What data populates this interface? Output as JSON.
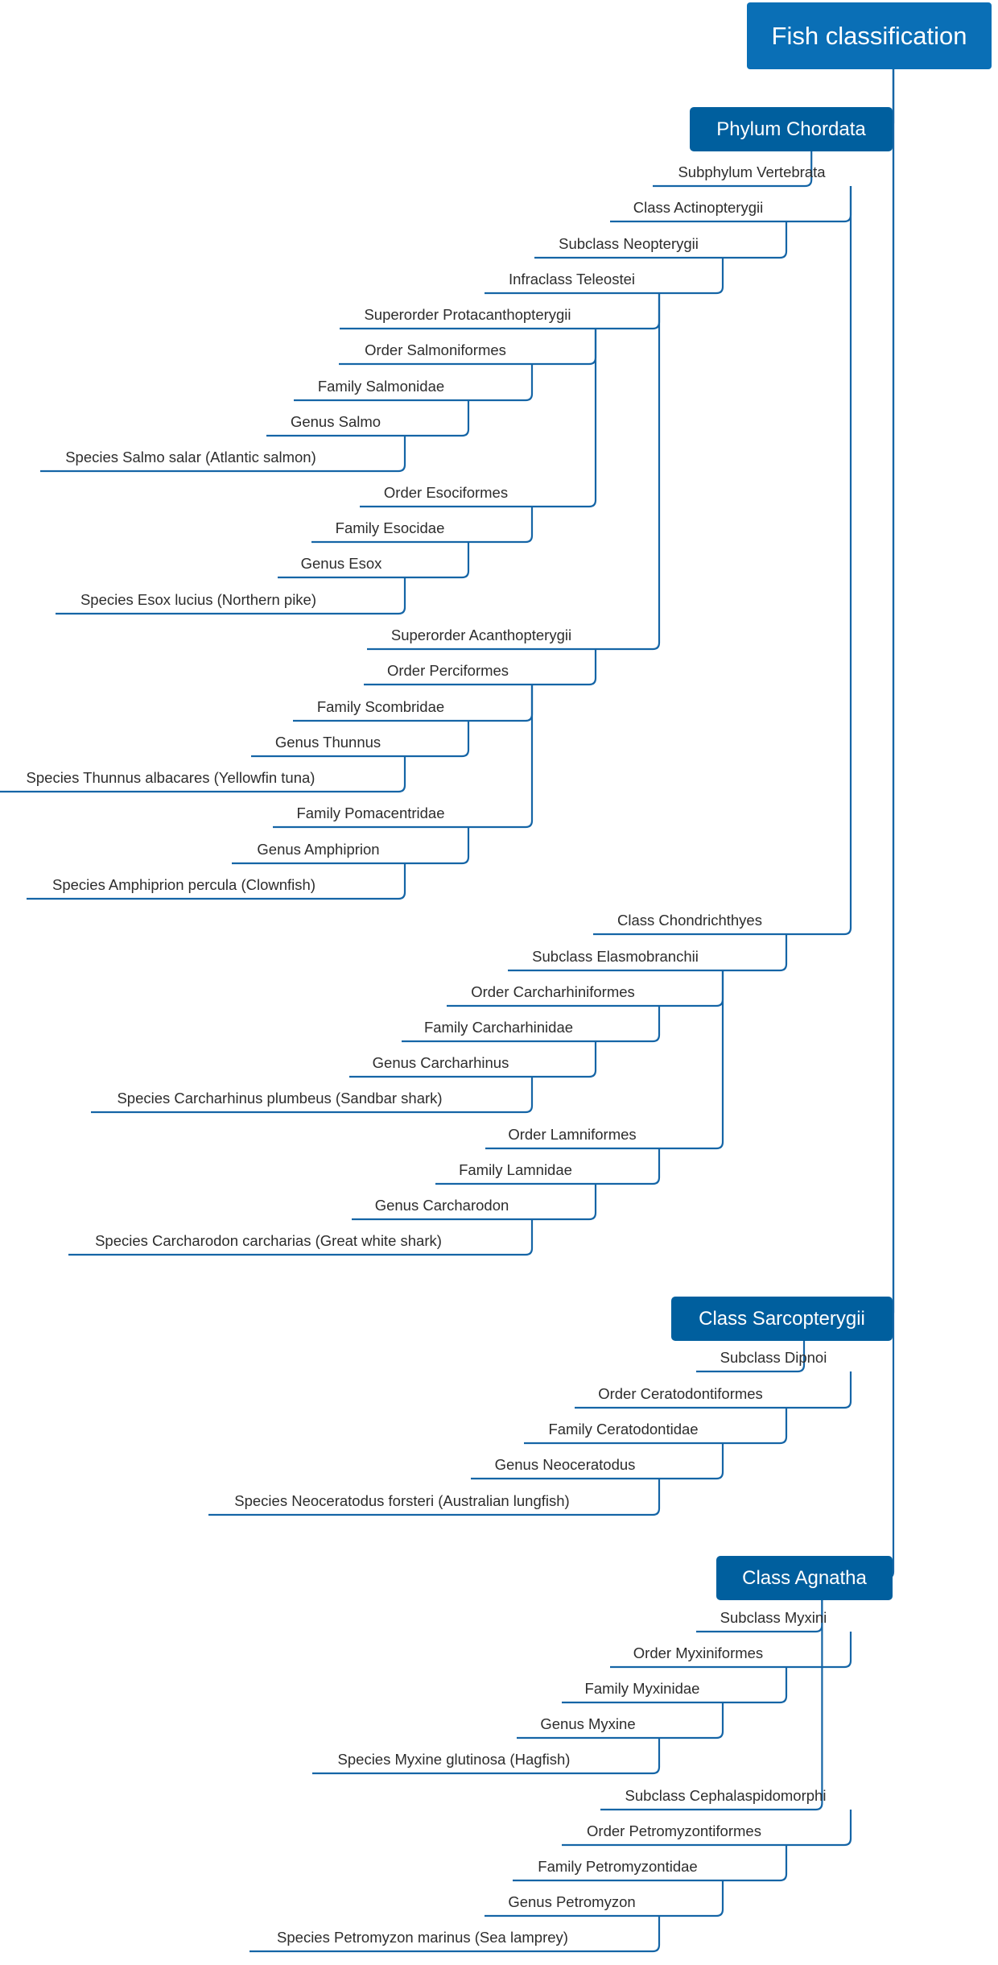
{
  "diagram": {
    "root": {
      "id": "root",
      "label": "Fish classification"
    },
    "branches": [
      {
        "id": "chordata",
        "label": "Phylum Chordata"
      },
      {
        "id": "sarco",
        "label": "Class Sarcopterygii"
      },
      {
        "id": "agnatha",
        "label": "Class Agnatha"
      }
    ],
    "nodes": [
      {
        "id": "vert",
        "parent": "chordata",
        "label": "Subphylum Vertebrata"
      },
      {
        "id": "actino",
        "parent": "vert",
        "label": "Class Actinopterygii"
      },
      {
        "id": "neo",
        "parent": "actino",
        "label": "Subclass Neopterygii"
      },
      {
        "id": "tele",
        "parent": "neo",
        "label": "Infraclass Teleostei"
      },
      {
        "id": "protac",
        "parent": "tele",
        "label": "Superorder Protacanthopterygii"
      },
      {
        "id": "salmonif",
        "parent": "protac",
        "label": "Order Salmoniformes"
      },
      {
        "id": "salmonid",
        "parent": "salmonif",
        "label": "Family Salmonidae"
      },
      {
        "id": "salmo",
        "parent": "salmonid",
        "label": "Genus Salmo"
      },
      {
        "id": "salar",
        "parent": "salmo",
        "label": "Species Salmo salar (Atlantic salmon)"
      },
      {
        "id": "esocif",
        "parent": "protac",
        "label": "Order Esociformes"
      },
      {
        "id": "esocid",
        "parent": "esocif",
        "label": "Family Esocidae"
      },
      {
        "id": "esox",
        "parent": "esocid",
        "label": "Genus Esox"
      },
      {
        "id": "lucius",
        "parent": "esox",
        "label": "Species Esox lucius (Northern pike)"
      },
      {
        "id": "acanth",
        "parent": "tele",
        "label": "Superorder Acanthopterygii"
      },
      {
        "id": "percif",
        "parent": "acanth",
        "label": "Order Perciformes"
      },
      {
        "id": "scomb",
        "parent": "percif",
        "label": "Family Scombridae"
      },
      {
        "id": "thunnus",
        "parent": "scomb",
        "label": "Genus Thunnus"
      },
      {
        "id": "albac",
        "parent": "thunnus",
        "label": "Species Thunnus albacares (Yellowfin tuna)"
      },
      {
        "id": "pomac",
        "parent": "percif",
        "label": "Family Pomacentridae"
      },
      {
        "id": "amphi",
        "parent": "pomac",
        "label": "Genus Amphiprion"
      },
      {
        "id": "percula",
        "parent": "amphi",
        "label": "Species Amphiprion percula (Clownfish)"
      },
      {
        "id": "chondr",
        "parent": "vert",
        "label": "Class Chondrichthyes"
      },
      {
        "id": "elasmo",
        "parent": "chondr",
        "label": "Subclass Elasmobranchii"
      },
      {
        "id": "carchif",
        "parent": "elasmo",
        "label": "Order Carcharhiniformes"
      },
      {
        "id": "carchid",
        "parent": "carchif",
        "label": "Family Carcharhinidae"
      },
      {
        "id": "carchg",
        "parent": "carchid",
        "label": "Genus Carcharhinus"
      },
      {
        "id": "plumb",
        "parent": "carchg",
        "label": "Species Carcharhinus plumbeus (Sandbar shark)"
      },
      {
        "id": "lamnif",
        "parent": "elasmo",
        "label": "Order Lamniformes"
      },
      {
        "id": "lamnid",
        "parent": "lamnif",
        "label": "Family Lamnidae"
      },
      {
        "id": "carcharo",
        "parent": "lamnid",
        "label": "Genus Carcharodon"
      },
      {
        "id": "gws",
        "parent": "carcharo",
        "label": "Species Carcharodon carcharias (Great white shark)"
      },
      {
        "id": "dipnoi",
        "parent": "sarco",
        "label": "Subclass Dipnoi"
      },
      {
        "id": "ceratof",
        "parent": "dipnoi",
        "label": "Order Ceratodontiformes"
      },
      {
        "id": "ceratod",
        "parent": "ceratof",
        "label": "Family Ceratodontidae"
      },
      {
        "id": "neocer",
        "parent": "ceratod",
        "label": "Genus Neoceratodus"
      },
      {
        "id": "forst",
        "parent": "neocer",
        "label": "Species Neoceratodus forsteri (Australian lungfish)"
      },
      {
        "id": "myxini",
        "parent": "agnatha",
        "label": "Subclass Myxini"
      },
      {
        "id": "myxif",
        "parent": "myxini",
        "label": "Order Myxiniformes"
      },
      {
        "id": "myxid",
        "parent": "myxif",
        "label": "Family Myxinidae"
      },
      {
        "id": "myxine",
        "parent": "myxid",
        "label": "Genus Myxine"
      },
      {
        "id": "glut",
        "parent": "myxine",
        "label": "Species Myxine glutinosa (Hagfish)"
      },
      {
        "id": "cephal",
        "parent": "agnatha",
        "label": "Subclass Cephalaspidomorphi"
      },
      {
        "id": "petrof",
        "parent": "cephal",
        "label": "Order Petromyzontiformes"
      },
      {
        "id": "petrod",
        "parent": "petrof",
        "label": "Family Petromyzontidae"
      },
      {
        "id": "petrog",
        "parent": "petrod",
        "label": "Genus Petromyzon"
      },
      {
        "id": "marinus",
        "parent": "petrog",
        "label": "Species Petromyzon marinus (Sea lamprey)"
      }
    ]
  }
}
